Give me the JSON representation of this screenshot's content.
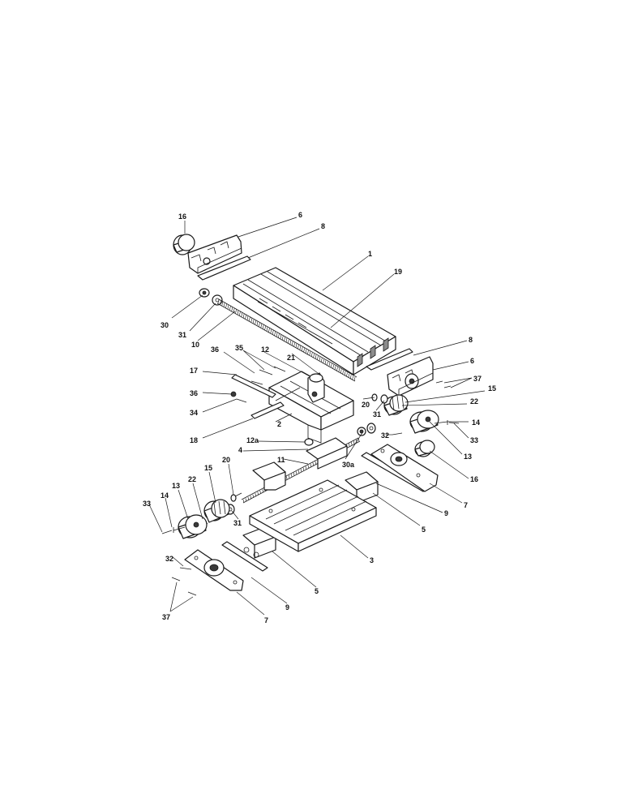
{
  "callouts": [
    "16",
    "6",
    "8",
    "1",
    "19",
    "30",
    "31",
    "10",
    "36",
    "35",
    "12",
    "21",
    "8",
    "6",
    "37",
    "15",
    "17",
    "36",
    "34",
    "20",
    "31",
    "22",
    "2",
    "18",
    "12a",
    "4",
    "32",
    "14",
    "33",
    "11",
    "13",
    "30a",
    "16",
    "7",
    "20",
    "15",
    "22",
    "13",
    "9",
    "14",
    "33",
    "31",
    "5",
    "3",
    "32",
    "5",
    "9",
    "37",
    "7"
  ]
}
